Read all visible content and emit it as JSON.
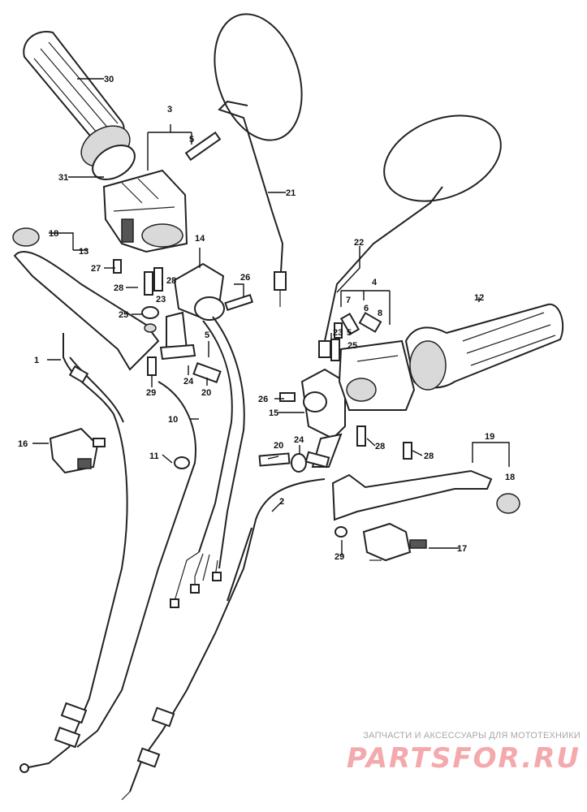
{
  "diagram": {
    "callouts": {
      "c1": "1",
      "c2": "2",
      "c3": "3",
      "c4": "4",
      "c5": "5",
      "c5b": "5",
      "c6": "6",
      "c7": "7",
      "c8": "8",
      "c10": "10",
      "c11": "11",
      "c12": "12",
      "c13": "13",
      "c14": "14",
      "c15": "15",
      "c16": "16",
      "c17": "17",
      "c18": "18",
      "c18b": "18",
      "c19": "19",
      "c20": "20",
      "c20b": "20",
      "c21": "21",
      "c22": "22",
      "c23": "23",
      "c23b": "23",
      "c24": "24",
      "c24b": "24",
      "c25": "25",
      "c25b": "25",
      "c26": "26",
      "c26b": "26",
      "c27": "27",
      "c28": "28",
      "c28b": "28",
      "c28c": "28",
      "c28d": "28",
      "c29": "29",
      "c29b": "29",
      "c30": "30",
      "c31": "31"
    }
  },
  "watermark": {
    "caption": "ЗАПЧАСТИ И АКСЕССУАРЫ ДЛЯ МОТОТЕХНИКИ",
    "logo": "PARTSFOR.RU",
    "logo_color": "#f4a9ad"
  }
}
